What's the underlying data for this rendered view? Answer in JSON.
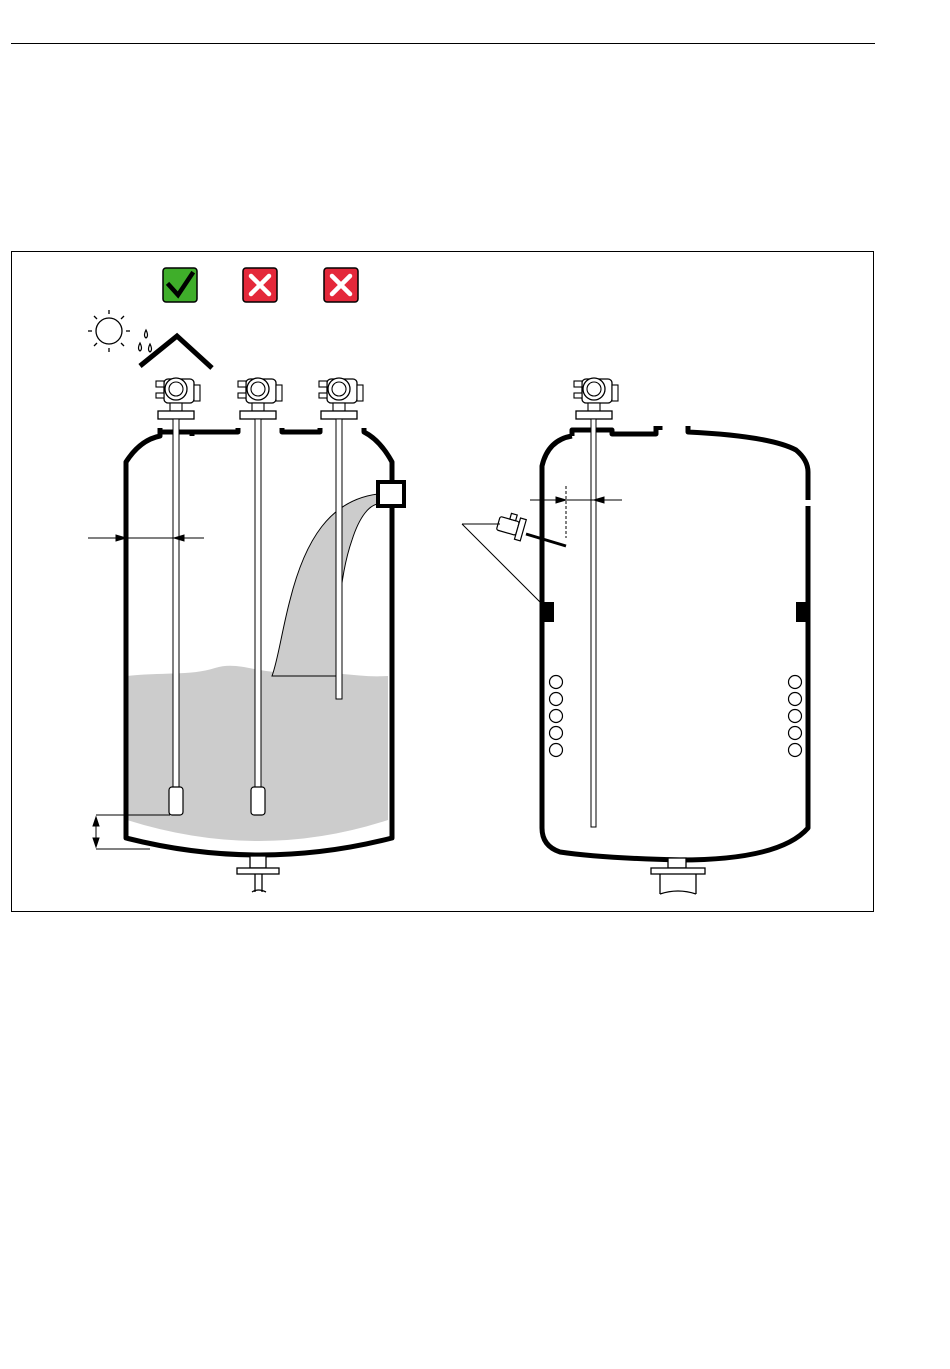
{
  "colors": {
    "line": "#000000",
    "product_fill": "#cccccc",
    "ok_green": "#3fae2a",
    "not_ok_red": "#e4283a",
    "background": "#ffffff"
  },
  "indicators": [
    {
      "status": "correct",
      "icon": "check-icon"
    },
    {
      "status": "incorrect",
      "icon": "cross-icon"
    },
    {
      "status": "incorrect",
      "icon": "cross-icon"
    }
  ],
  "icons": {
    "sun": "sun-icon",
    "rain": "rain-drops-icon",
    "roof": "weather-protection-roof-icon"
  }
}
